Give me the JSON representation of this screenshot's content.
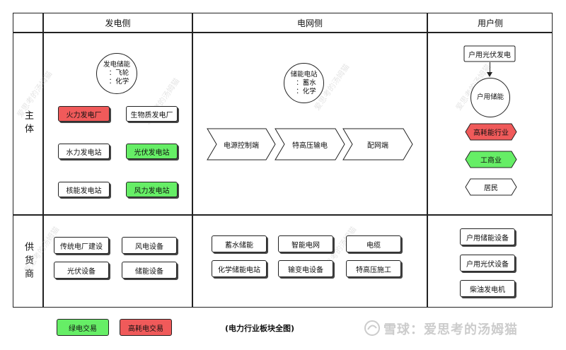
{
  "columns": {
    "generation": "发电侧",
    "grid": "电网侧",
    "user": "用户侧"
  },
  "rows": {
    "subject": "主体",
    "supplier": "供货商"
  },
  "generation": {
    "storage_circle": {
      "title": "发电储能",
      "line1": "：飞轮",
      "line2": "：化学"
    },
    "plants": [
      "火力发电厂",
      "生物质发电厂",
      "水力发电站",
      "光伏发电站",
      "核能发电站",
      "风力发电站"
    ],
    "suppliers": [
      "传统电厂建设",
      "风电设备",
      "光伏设备",
      "储能设备"
    ]
  },
  "grid": {
    "storage_circle": {
      "title": "储能电站",
      "line1": "：蓄水",
      "line2": "：化学"
    },
    "chain": [
      "电源控制端",
      "特高压输电",
      "配网端"
    ],
    "suppliers": [
      "蓄水储能",
      "智能电网",
      "电缆",
      "化学储能电站",
      "输变电设备",
      "特高压施工"
    ]
  },
  "user": {
    "pv": "户用光伏发电",
    "storage": "户用储能",
    "segments": [
      "高耗能行业",
      "工商业",
      "居民"
    ],
    "suppliers": [
      "户用储能设备",
      "户用光伏设备",
      "柴油发电机"
    ]
  },
  "legend": {
    "green": "绿电交易",
    "red": "高耗电交易",
    "title": "(电力行业板块全图)"
  },
  "brand": "雪球：爱思考的汤姆猫",
  "watermark": "爱思考的汤姆猫",
  "colors": {
    "red": "#f05a5a",
    "green": "#66ee66",
    "border": "#222222"
  }
}
